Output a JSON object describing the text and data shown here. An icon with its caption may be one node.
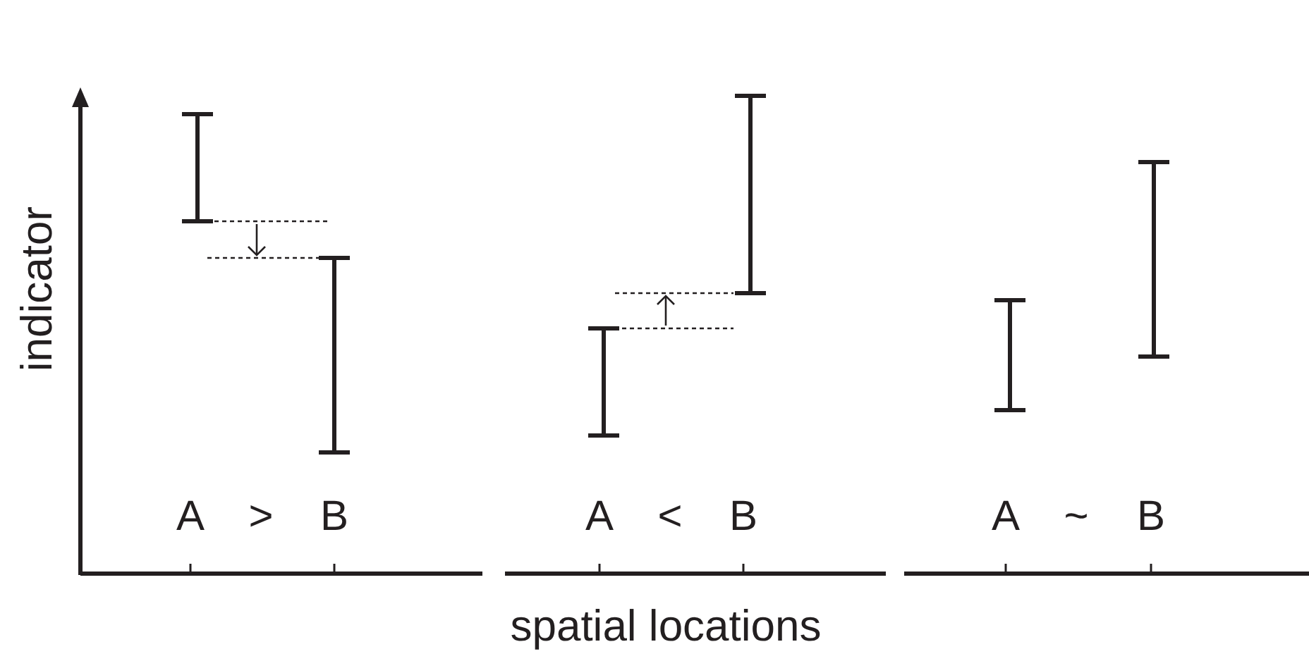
{
  "diagram": {
    "labels": [
      "indicator",
      "A",
      ">",
      "B",
      "A",
      "<",
      "B",
      "A",
      "~",
      "B",
      "spatial locations"
    ]
  }
}
